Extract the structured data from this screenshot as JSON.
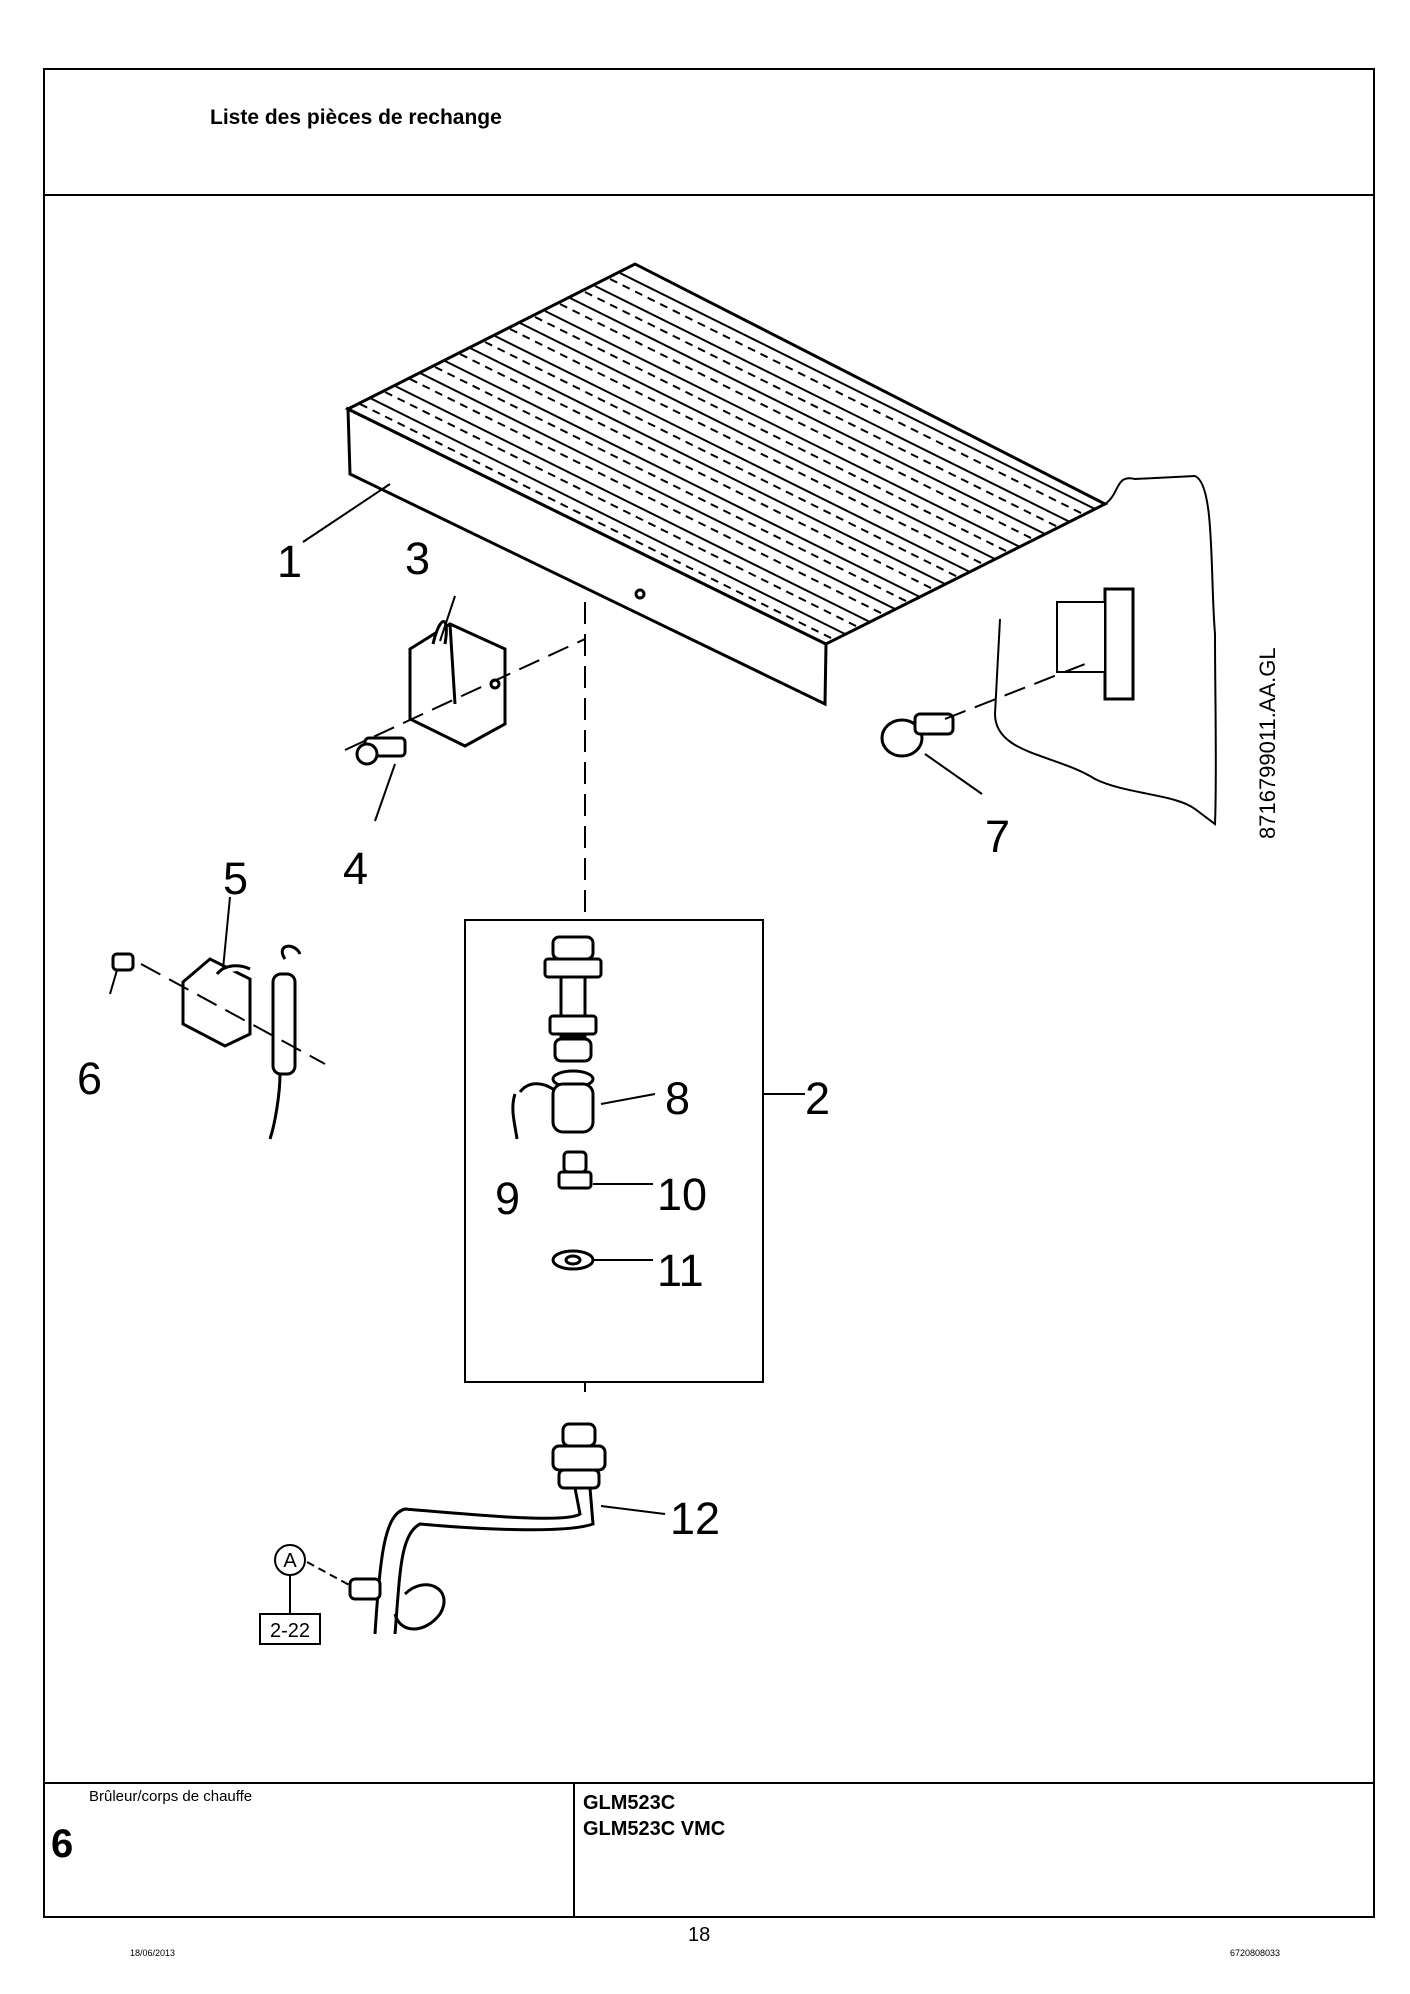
{
  "header": {
    "title": "Liste des pièces de rechange"
  },
  "drawing": {
    "code": "8716799011.AA.GL",
    "callouts": [
      "1",
      "2",
      "3",
      "4",
      "5",
      "6",
      "7",
      "8",
      "9",
      "10",
      "11",
      "12"
    ],
    "ref_circle": "A",
    "ref_box": "2-22"
  },
  "footer": {
    "section_label": "Brûleur/corps de chauffe",
    "section_number": "6",
    "models": [
      "GLM523C",
      "GLM523C VMC"
    ],
    "page_number": "18",
    "date": "18/06/2013",
    "doc_number": "6720808033"
  }
}
